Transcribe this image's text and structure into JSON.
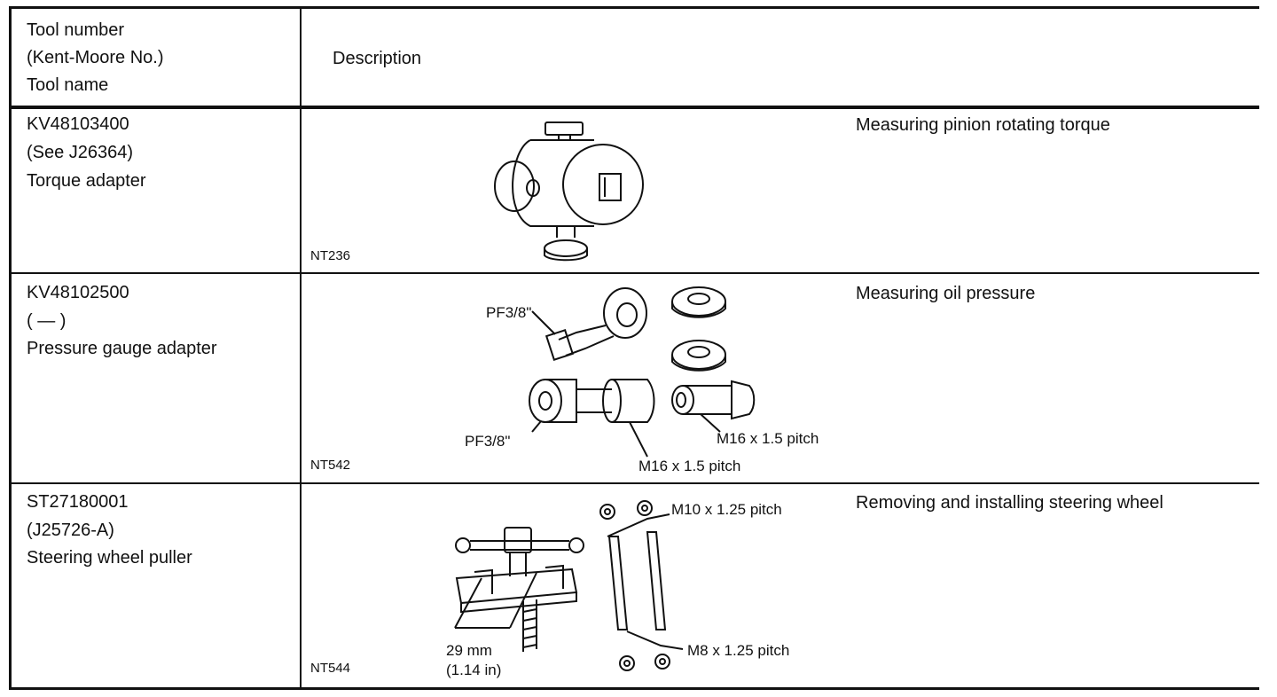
{
  "header": {
    "tool_col": [
      "Tool number",
      "(Kent-Moore No.)",
      "Tool name"
    ],
    "description": "Description"
  },
  "rows": [
    {
      "tool_number": "KV48103400",
      "kent_moore": "(See J26364)",
      "tool_name": "Torque adapter",
      "figure_id": "NT236",
      "description": "Measuring pinion rotating torque",
      "callouts": []
    },
    {
      "tool_number": "KV48102500",
      "kent_moore": "(   —    )",
      "tool_name": "Pressure gauge adapter",
      "figure_id": "NT542",
      "description": "Measuring oil pressure",
      "callouts": [
        "PF3/8\"",
        "PF3/8\"",
        "M16 x 1.5 pitch",
        "M16 x 1.5 pitch"
      ]
    },
    {
      "tool_number": "ST27180001",
      "kent_moore": "(J25726-A)",
      "tool_name": "Steering wheel puller",
      "figure_id": "NT544",
      "description": "Removing and installing steering wheel",
      "callouts": [
        "M10 x 1.25 pitch",
        "M8 x 1.25 pitch",
        "29 mm",
        "(1.14 in)"
      ]
    }
  ]
}
